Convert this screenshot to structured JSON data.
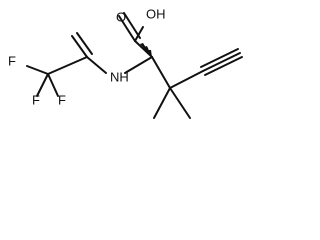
{
  "structure": {
    "atoms": {
      "oh": "OH",
      "carbonyl_o_left": "O",
      "nh": "NH",
      "f_left": "F",
      "f_bottom_left": "F",
      "f_bottom_right": "F"
    },
    "icons": {
      "acid": "carboxylic-acid-icon",
      "amide": "amide-icon",
      "alkyne": "alkyne-icon",
      "cf3": "trifluoromethyl-icon",
      "stereo": "stereo-wedge-icon"
    },
    "colors": {
      "ink": "#111111",
      "background": "#ffffff"
    }
  }
}
